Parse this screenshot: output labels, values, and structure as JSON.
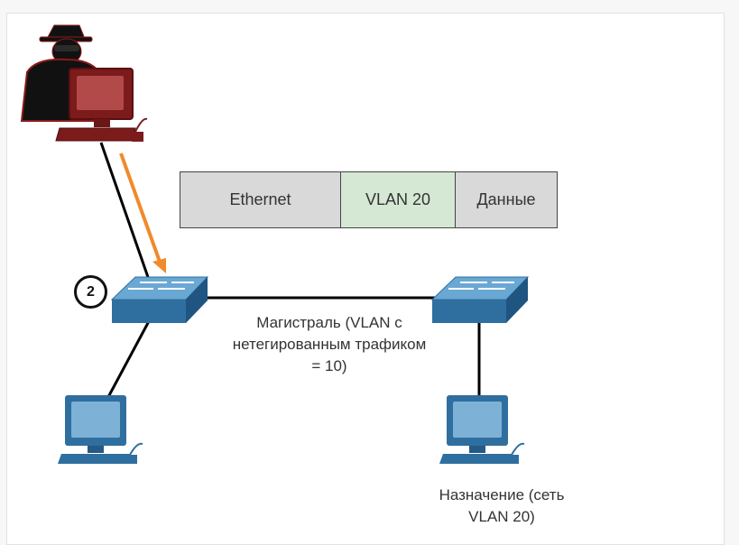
{
  "frame": {
    "ethernet": "Ethernet",
    "vlan": "VLAN 20",
    "payload": "Данные"
  },
  "step_number": "2",
  "trunk_label": {
    "line1": "Магистраль (VLAN с",
    "line2": "нетегированным трафиком",
    "line3": "= 10)"
  },
  "destination_label": {
    "line1": "Назначение (сеть",
    "line2": "VLAN 20)"
  },
  "colors": {
    "ethernet_bg": "#d9d9d9",
    "vlan_bg": "#d5e8d4",
    "payload_bg": "#d9d9d9",
    "arrow": "#f08a2c",
    "switch_blue": "#2f6f9f",
    "attacker_red": "#8b1a1a"
  },
  "icons": [
    "hacker-icon",
    "switch-icon",
    "computer-icon"
  ]
}
